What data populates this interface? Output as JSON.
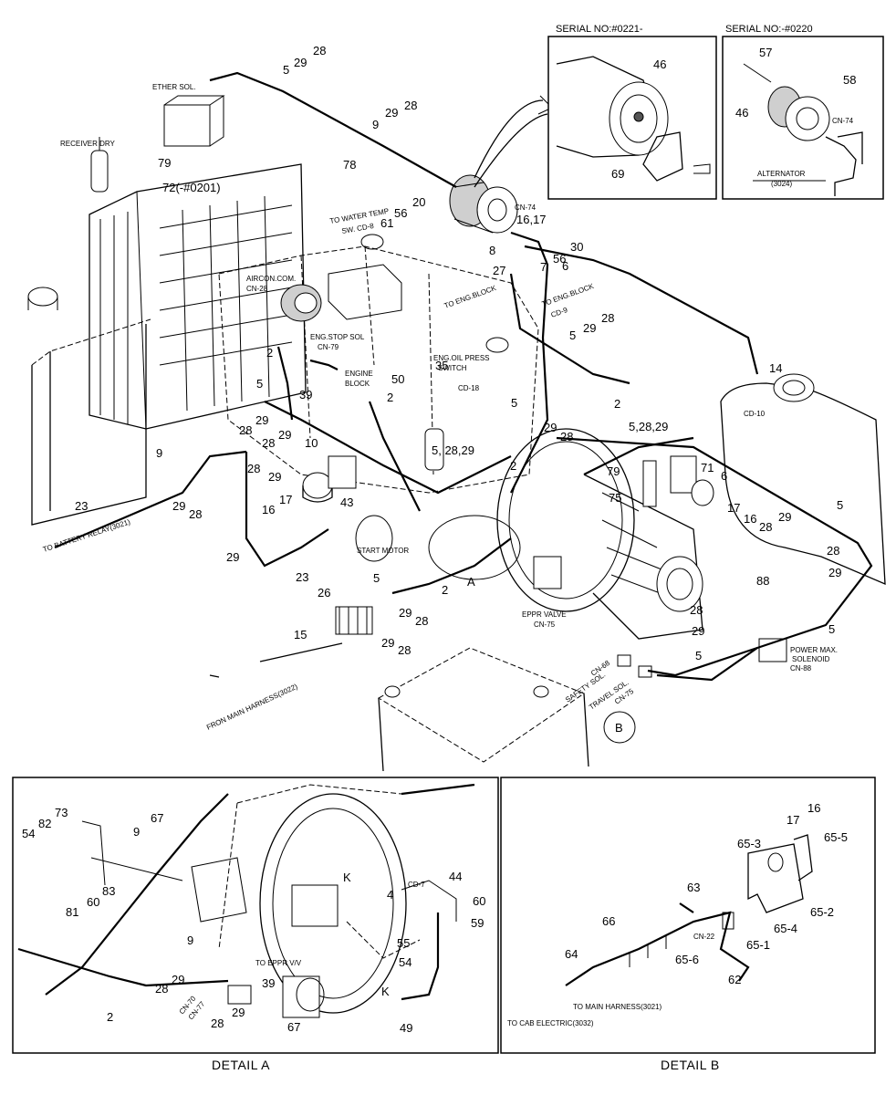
{
  "insets": {
    "left_serial": "SERIAL NO:#0221-",
    "right_serial": "SERIAL NO:-#0220"
  },
  "details": {
    "a_caption": "DETAIL  A",
    "b_caption": "DETAIL  B"
  },
  "markers": {
    "a": "A",
    "b": "B",
    "k1": "K",
    "k2": "K"
  },
  "labels": {
    "ether_sol": "ETHER SOL.",
    "receiver_dry": "RECEIVER DRY",
    "part_72": "72(-#0201)",
    "water_temp_1": "TO WATER TEMP",
    "water_temp_2": "SW. CD-8",
    "cn74_main": "CN-74",
    "aircon_1": "AIRCON.COM.",
    "aircon_2": "CN-28",
    "eng_stop_1": "ENG.STOP SOL",
    "eng_stop_2": "CN-79",
    "engine_block_1": "ENGINE",
    "engine_block_2": "BLOCK",
    "to_eng_block_1": "TO ENG.BLOCK",
    "to_eng_block_2": "TO ENG.BLOCK",
    "cd9": "CD-9",
    "oil_press_1": "ENG.OIL PRESS",
    "oil_press_2": "SWITCH",
    "cd18": "CD-18",
    "cd10": "CD-10",
    "start_motor": "START MOTOR",
    "battery_relay": "TO BATTERY RELAY(3021)",
    "from_main_harness": "FRON MAIN HARNESS(3022)",
    "eppr_valve_1": "EPPR VALVE",
    "eppr_valve_2": "CN-75",
    "power_max_1": "POWER MAX.",
    "power_max_2": "SOLENOID",
    "power_max_3": "CN-88",
    "safety_1": "CN-68",
    "safety_2": "SAFETY SOL.",
    "travel_1": "TRAVEL SOL.",
    "travel_2": "CN-75",
    "alternator_1": "ALTERNATOR",
    "alternator_2": "(3024)",
    "cn74_inset": "CN-74",
    "cd7": "CD-7",
    "to_eppr": "TO EPPR V/V",
    "cn70": "CN-70",
    "cn77": "CN-77",
    "cn22": "CN-22",
    "to_main_harness_b": "TO MAIN HARNESS(3021)",
    "to_cab_electric": "TO CAB ELECTRIC(3032)"
  },
  "parts": {
    "p28_top": "28",
    "p29_top": "29",
    "p5_top": "5",
    "p28_b": "28",
    "p29_b": "29",
    "p9_b": "9",
    "p79": "79",
    "p78": "78",
    "p20": "20",
    "p56": "56",
    "p61": "61",
    "p16_17": "16,17",
    "p8": "8",
    "p27": "27",
    "p30": "30",
    "p7": "7",
    "p56b": "56",
    "p6b": "6",
    "p28_c": "28",
    "p29_c": "29",
    "p5_c": "5",
    "p14": "14",
    "p2_r": "2",
    "p2_a": "2",
    "p5_a": "5",
    "p39": "39",
    "p2_b": "2",
    "p35": "35",
    "p50": "50",
    "p5_e": "5",
    "p29_e": "29",
    "p28_e": "28",
    "p10": "10",
    "p28_f": "28",
    "p29_f": "29",
    "p28_g": "28",
    "p29_g": "29",
    "p5_2829": "5, 28,29",
    "p2_m": "2",
    "p9_l": "9",
    "p29_l": "29",
    "p28_l": "28",
    "p23_l": "23",
    "p28_h": "28",
    "p29_h": "29",
    "p43": "43",
    "p16_h": "16",
    "p17_h": "17",
    "p29_j": "29",
    "p23_j": "23",
    "p26": "26",
    "p5_j": "5",
    "p2_j": "2",
    "p29_k": "29",
    "p28_k": "28",
    "p15": "15",
    "p29_m": "29",
    "p28_m": "28",
    "p5_28_29": "5,28,29",
    "p79_r": "79",
    "p71": "71",
    "p75": "75",
    "p6": "6",
    "p17_r": "17",
    "p16_r": "16",
    "p28_r": "28",
    "p29_r": "29",
    "p5_r": "5",
    "p28_s": "28",
    "p29_s": "29",
    "p88": "88",
    "p28_t": "28",
    "p29_t": "29",
    "p5_t": "5",
    "p5_u": "5",
    "i46_l": "46",
    "i69": "69",
    "i57": "57",
    "i58": "58",
    "i46_r": "46",
    "a82": "82",
    "a73": "73",
    "a54": "54",
    "a9": "9",
    "a67": "67",
    "a60": "60",
    "a83": "83",
    "a81": "81",
    "a4": "4",
    "a44": "44",
    "a60b": "60",
    "a59": "59",
    "a55": "55",
    "a54b": "54",
    "a9b": "9",
    "a28": "28",
    "a29": "29",
    "a39": "39",
    "a29b": "29",
    "a28b": "28",
    "a67b": "67",
    "a49": "49",
    "a2": "2",
    "b16": "16",
    "b17": "17",
    "b65_3": "65-3",
    "b65_5": "65-5",
    "b63": "63",
    "b66": "66",
    "b65_2": "65-2",
    "b65_4": "65-4",
    "b65_1": "65-1",
    "b65_6": "65-6",
    "b64": "64",
    "b62": "62"
  }
}
